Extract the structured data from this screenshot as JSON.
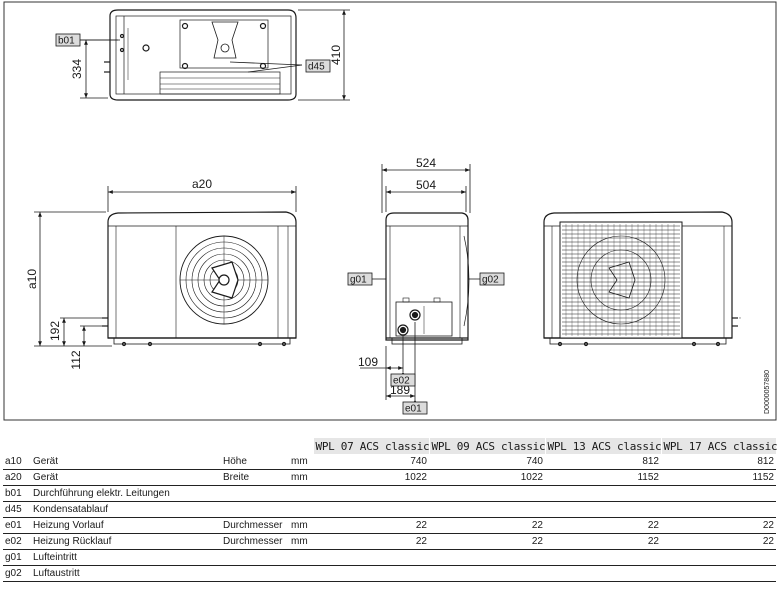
{
  "drawing": {
    "dimensions": {
      "top_depth": "334",
      "top_height": "410",
      "front_width": "a20",
      "front_height": "a10",
      "front_conn_upper": "192",
      "front_conn_lower": "112",
      "side_outer_width": "524",
      "side_inner_width": "504",
      "side_conn_e02": "109",
      "side_conn_e01": "189"
    },
    "labels": {
      "b01": "b01",
      "d45": "d45",
      "g01": "g01",
      "g02": "g02",
      "e02": "e02",
      "e01": "e01"
    },
    "document_code": "D0000057880"
  },
  "table": {
    "models": [
      "WPL 07 ACS classic",
      "WPL 09 ACS classic",
      "WPL 13 ACS classic",
      "WPL 17 ACS classic"
    ],
    "rows": [
      {
        "code": "a10",
        "desc": "Gerät",
        "param": "Höhe",
        "unit": "mm",
        "values": [
          "740",
          "740",
          "812",
          "812"
        ]
      },
      {
        "code": "a20",
        "desc": "Gerät",
        "param": "Breite",
        "unit": "mm",
        "values": [
          "1022",
          "1022",
          "1152",
          "1152"
        ]
      },
      {
        "code": "b01",
        "desc": "Durchführung elektr. Leitungen",
        "param": "",
        "unit": "",
        "values": [
          "",
          "",
          "",
          ""
        ]
      },
      {
        "code": "d45",
        "desc": "Kondensatablauf",
        "param": "",
        "unit": "",
        "values": [
          "",
          "",
          "",
          ""
        ]
      },
      {
        "code": "e01",
        "desc": "Heizung Vorlauf",
        "param": "Durchmesser",
        "unit": "mm",
        "values": [
          "22",
          "22",
          "22",
          "22"
        ]
      },
      {
        "code": "e02",
        "desc": "Heizung Rücklauf",
        "param": "Durchmesser",
        "unit": "mm",
        "values": [
          "22",
          "22",
          "22",
          "22"
        ]
      },
      {
        "code": "g01",
        "desc": "Lufteintritt",
        "param": "",
        "unit": "",
        "values": [
          "",
          "",
          "",
          ""
        ]
      },
      {
        "code": "g02",
        "desc": "Luftaustritt",
        "param": "",
        "unit": "",
        "values": [
          "",
          "",
          "",
          ""
        ]
      }
    ]
  }
}
